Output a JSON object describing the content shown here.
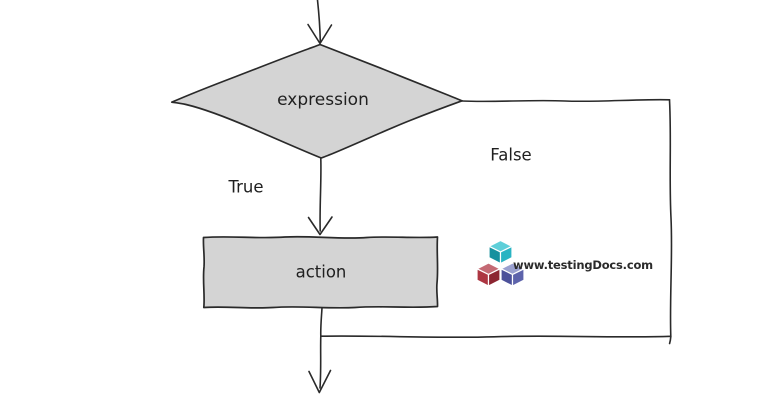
{
  "flowchart": {
    "decision": {
      "label": "expression"
    },
    "action": {
      "label": "action"
    },
    "branches": {
      "true_label": "True",
      "false_label": "False"
    },
    "watermark": {
      "text": "www.testingDocs.com"
    },
    "colors": {
      "background": "#ffffff",
      "shape_fill": "#d4d4d4",
      "line": "#2a2a2a",
      "cube_teal_light": "#5ecfd9",
      "cube_teal_mid": "#29b4c3",
      "cube_teal_dark": "#17919f",
      "cube_red_light": "#c46a74",
      "cube_red_mid": "#ad3642",
      "cube_red_dark": "#8c2531",
      "cube_blue_light": "#9aa0cf",
      "cube_blue_mid": "#5d63ab",
      "cube_blue_dark": "#4c519a"
    }
  }
}
